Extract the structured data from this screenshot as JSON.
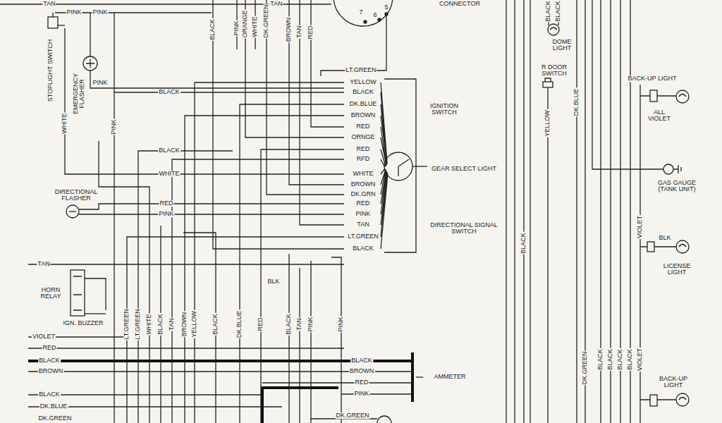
{
  "diagram": {
    "labels": [
      "TAN",
      "PINK",
      "PINK",
      "TAN",
      "STOPLIGHT SWITCH",
      "EMERGENCY FLASHER",
      "PINK",
      "WHITE",
      "PINK",
      "BLACK",
      "PINK",
      "ORANGE",
      "WHITE",
      "DK.GREEN",
      "BROWN",
      "TAN",
      "RED",
      "7",
      "6",
      "5",
      "CONNECTOR",
      "LT.GREEN",
      "BLACK",
      "YELLOW",
      "BLACK",
      "DK.BLUE",
      "BROWN",
      "RED",
      "ORNGE",
      "RED",
      "RFD",
      "WHITE",
      "BROWN",
      "DK.GRN",
      "RED",
      "PINK",
      "TAN",
      "LT.GREEN",
      "BLACK",
      "IGNITION SWITCH",
      "GEAR SELECT LIGHT",
      "BLACK",
      "WHITE",
      "DIRECTIONAL SIGNAL SWITCH",
      "DIRECTIONAL FLASHER",
      "RED",
      "PINK",
      "TAN",
      "HORN RELAY",
      "BLK",
      "IGN. BUZZER",
      "VIOLET",
      "RED",
      "BLACK",
      "BROWN",
      "LT.GREEN",
      "LT.GREEN",
      "WHITE",
      "BLACK",
      "TAN",
      "BROWN",
      "YELLOW",
      "BLACK",
      "DK.BLUE",
      "RED",
      "BLACK",
      "TAN",
      "PINK",
      "PINK",
      "BLACK",
      "BROWN",
      "RED",
      "PINK",
      "AMMETER",
      "BLACK",
      "DK.BLUE",
      "DK.GREEN",
      "DK.GREEN",
      "BLACK",
      "BLACK",
      "DOME LIGHT",
      "R DOOR SWITCH",
      "YELLOW",
      "DK.BLUE",
      "BACK-UP LIGHT",
      "ALL VIOLET",
      "GAS GAUGE (TANK UNIT)",
      "VIOLET",
      "BLK",
      "LICENSE LIGHT",
      "BLACK",
      "DK.GREEN",
      "BLACK",
      "BLACK",
      "BLACK",
      "BLACK",
      "VIOLET",
      "BACK-UP LIGHT"
    ]
  }
}
